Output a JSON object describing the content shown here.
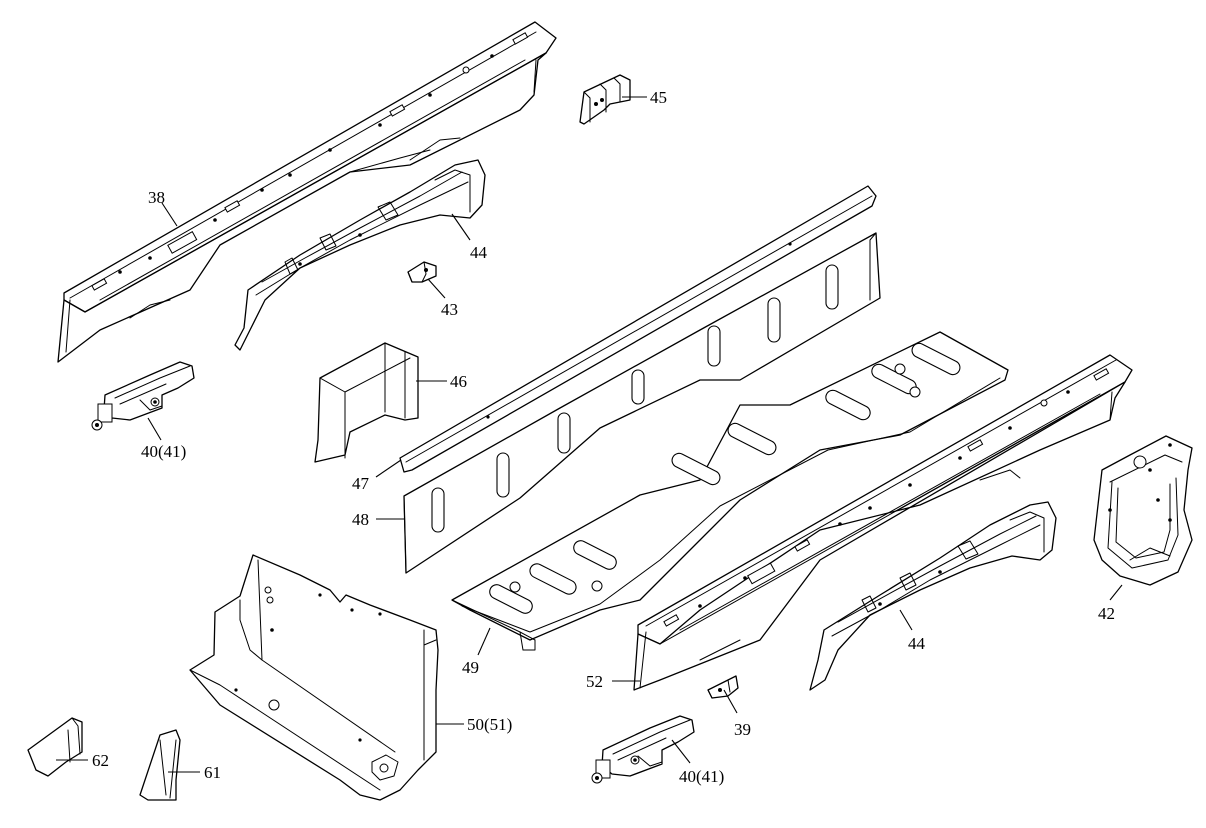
{
  "diagram": {
    "callouts": [
      {
        "id": "c38",
        "text": "38"
      },
      {
        "id": "c45",
        "text": "45"
      },
      {
        "id": "c44a",
        "text": "44"
      },
      {
        "id": "c43",
        "text": "43"
      },
      {
        "id": "c46",
        "text": "46"
      },
      {
        "id": "c40a",
        "text": "40(41)"
      },
      {
        "id": "c47",
        "text": "47"
      },
      {
        "id": "c48",
        "text": "48"
      },
      {
        "id": "c49",
        "text": "49"
      },
      {
        "id": "c52",
        "text": "52"
      },
      {
        "id": "c44b",
        "text": "44"
      },
      {
        "id": "c42",
        "text": "42"
      },
      {
        "id": "c39",
        "text": "39"
      },
      {
        "id": "c40b",
        "text": "40(41)"
      },
      {
        "id": "c50",
        "text": "50(51)"
      },
      {
        "id": "c62",
        "text": "62"
      },
      {
        "id": "c61",
        "text": "61"
      }
    ]
  }
}
